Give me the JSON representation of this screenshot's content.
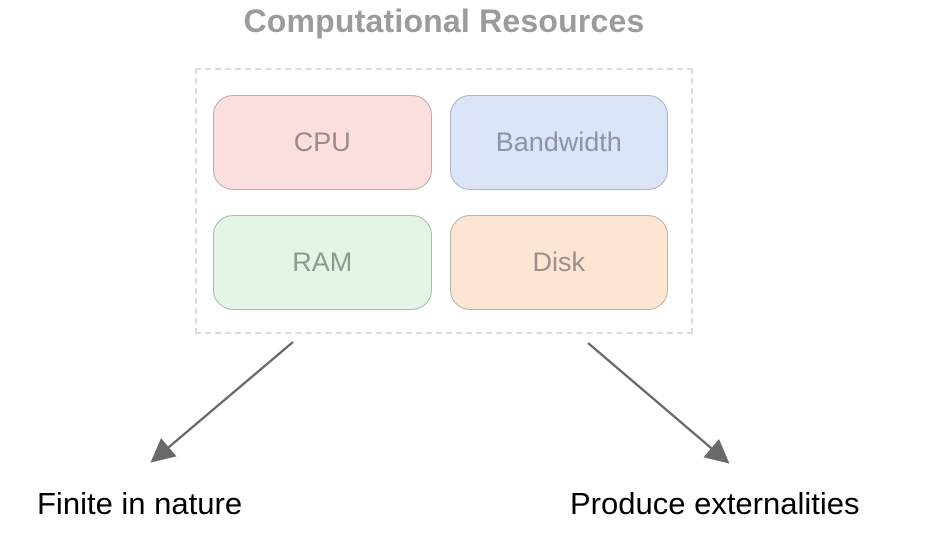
{
  "diagram": {
    "title": "Computational Resources",
    "resources": [
      {
        "label": "CPU",
        "fill": "#fbdfde",
        "border": "#b6aeae",
        "text_color": "#958c8b"
      },
      {
        "label": "Bandwidth",
        "fill": "#dbe5f7",
        "border": "#adb3c2",
        "text_color": "#8d94a8"
      },
      {
        "label": "RAM",
        "fill": "#e3f6e5",
        "border": "#acbab0",
        "text_color": "#8d9a90"
      },
      {
        "label": "Disk",
        "fill": "#fce6d3",
        "border": "#bdb2a6",
        "text_color": "#9b9089"
      }
    ],
    "annotations": {
      "left": "Finite in nature",
      "right": "Produce externalities"
    },
    "colors": {
      "title_text": "#9b9b9b",
      "container_dashed_border": "#dcdcdc",
      "arrow": "#696969",
      "annotation_text": "#000000"
    }
  }
}
